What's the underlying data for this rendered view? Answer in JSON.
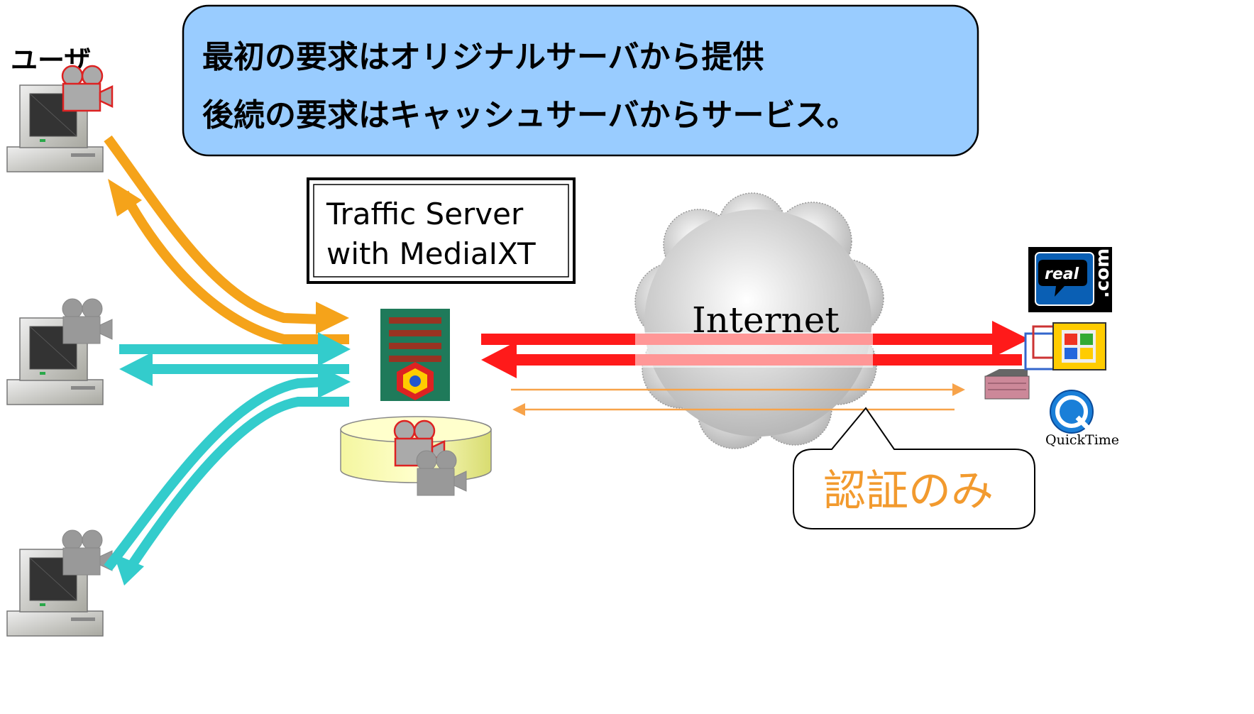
{
  "banner": {
    "line1": "最初の要求はオリジナルサーバから提供",
    "line2": "後続の要求はキャッシュサーバからサービス。"
  },
  "user_label": "ユーザ",
  "traffic_server": {
    "line1": "Traffic Server",
    "line2": "with MediaIXT"
  },
  "cloud_label": "Internet",
  "callout_label": "認証のみ",
  "origin": {
    "real_text": "real",
    "real_suffix": ".com",
    "quicktime_label": "QuickTime"
  },
  "colors": {
    "banner_fill": "#99ccff",
    "orange_arrow": "#f5a31a",
    "cyan_arrow": "#33cccc",
    "red_arrow": "#ff1a1a",
    "thin_arrow": "#f7a34a",
    "callout_text": "#f29a2e",
    "server_green": "#1f7a5a",
    "server_bars": "#993322",
    "disk_fill": "#ffff99",
    "camera_gray": "#999999",
    "camera_red": "#dd2222"
  },
  "icons": [
    "computer-icon",
    "video-camera-icon",
    "server-icon",
    "disk-icon",
    "cloud-icon",
    "real-logo-icon",
    "windows-media-icon",
    "quicktime-icon",
    "origin-server-icon"
  ]
}
